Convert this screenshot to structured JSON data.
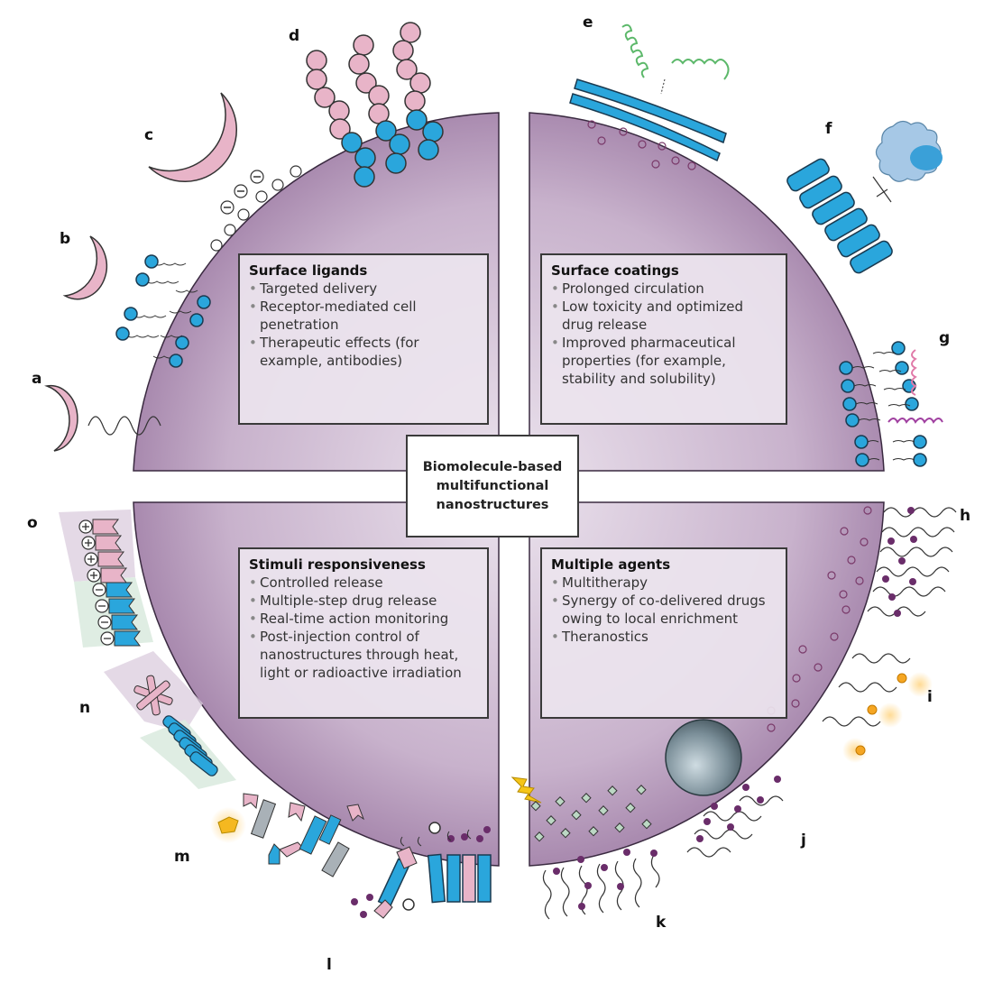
{
  "center_title": {
    "line1": "Biomolecule-based",
    "line2": "multifunctional",
    "line3": "nanostructures"
  },
  "quadrants": [
    {
      "id": "surface-ligands",
      "title": "Surface ligands",
      "items": [
        "Targeted delivery",
        "Receptor-mediated cell penetration",
        "Therapeutic effects (for example, antibodies)"
      ]
    },
    {
      "id": "surface-coatings",
      "title": "Surface coatings",
      "items": [
        "Prolonged circulation",
        "Low toxicity and optimized drug release",
        "Improved pharmaceutical properties (for example, stability and solubility)"
      ]
    },
    {
      "id": "stimuli-responsiveness",
      "title": "Stimuli responsiveness",
      "items": [
        "Controlled release",
        "Multiple-step drug release",
        "Real-time action monitoring",
        "Post-injection control of nanostructures through heat, light or radioactive irradiation"
      ]
    },
    {
      "id": "multiple-agents",
      "title": "Multiple agents",
      "items": [
        "Multitherapy",
        "Synergy of co-delivered drugs owing to local enrichment",
        "Theranostics"
      ]
    }
  ],
  "panel_labels": [
    "a",
    "b",
    "c",
    "d",
    "e",
    "f",
    "g",
    "h",
    "i",
    "j",
    "k",
    "l",
    "m",
    "n",
    "o"
  ],
  "colors": {
    "quadrant_fill": "#b79cbc",
    "quadrant_fill_light": "#e6dce8",
    "pink": "#e8b4c8",
    "blue": "#2aa6dc",
    "green": "#5cb86a",
    "magenta": "#a040a0",
    "purple_dot": "#6a2d6a",
    "orange": "#f5a623",
    "gray_sphere": "#6e8088",
    "mint_band": "#dcebe0",
    "lilac_band": "#ddd0e0"
  }
}
